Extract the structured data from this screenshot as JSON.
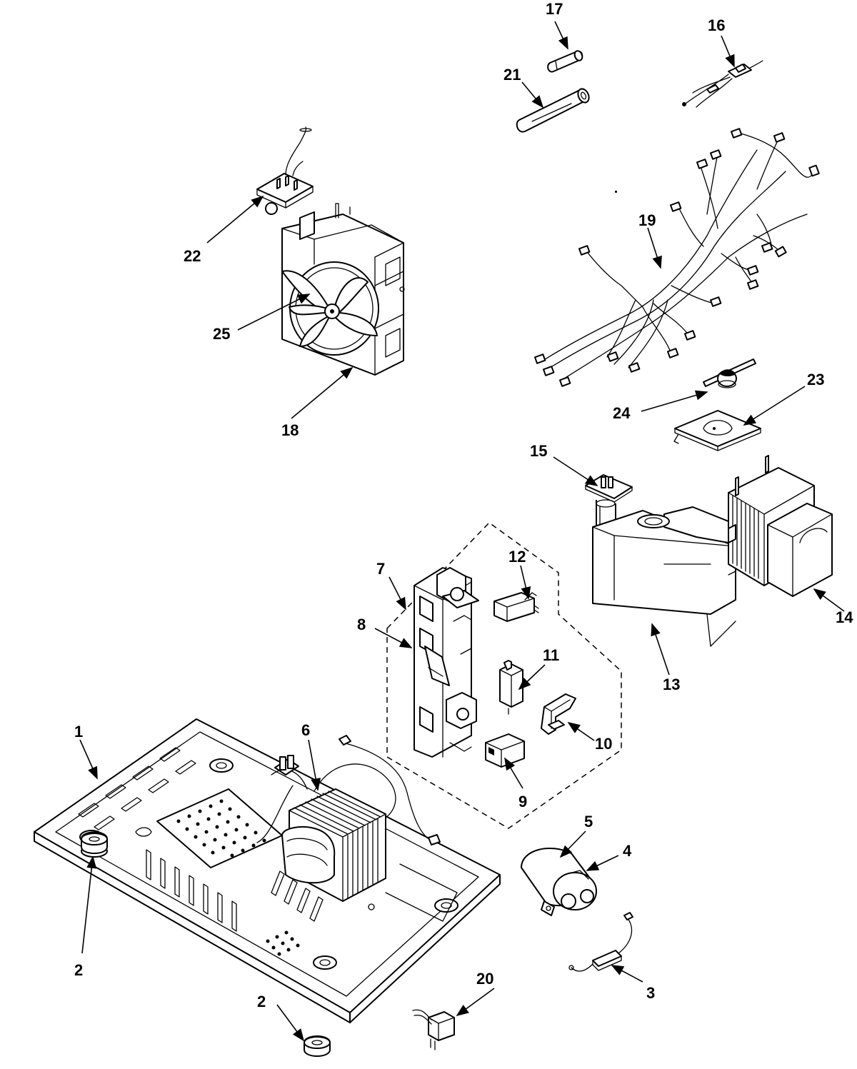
{
  "labels": {
    "p1": "1",
    "p2a": "2",
    "p2b": "2",
    "p3": "3",
    "p4": "4",
    "p5": "5",
    "p6": "6",
    "p7": "7",
    "p8": "8",
    "p9": "9",
    "p10": "10",
    "p11": "11",
    "p12": "12",
    "p13": "13",
    "p14": "14",
    "p15": "15",
    "p16": "16",
    "p17": "17",
    "p18": "18",
    "p19": "19",
    "p20": "20",
    "p21": "21",
    "p22": "22",
    "p23": "23",
    "p24": "24",
    "p25": "25"
  }
}
